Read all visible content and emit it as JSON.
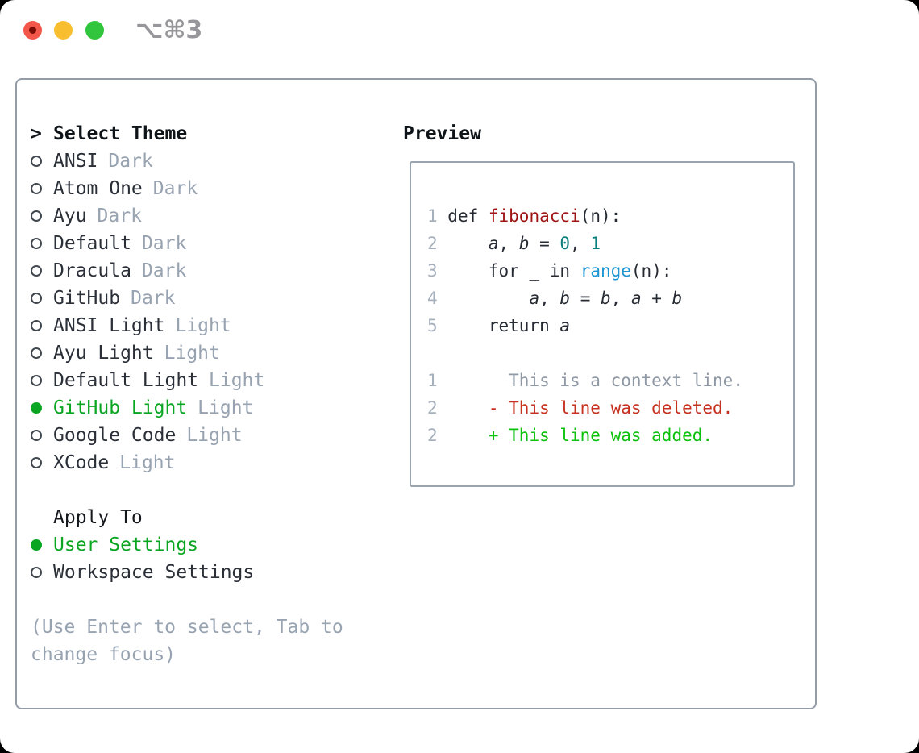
{
  "window": {
    "shortcut_label": "⌥⌘3",
    "traffic_lights": [
      "close",
      "minimize",
      "maximize"
    ]
  },
  "theme_panel": {
    "header": {
      "prompt": ">",
      "label": "Select Theme"
    },
    "themes": [
      {
        "name": "ANSI",
        "variant": "Dark",
        "selected": false
      },
      {
        "name": "Atom One",
        "variant": "Dark",
        "selected": false
      },
      {
        "name": "Ayu",
        "variant": "Dark",
        "selected": false
      },
      {
        "name": "Default",
        "variant": "Dark",
        "selected": false
      },
      {
        "name": "Dracula",
        "variant": "Dark",
        "selected": false
      },
      {
        "name": "GitHub",
        "variant": "Dark",
        "selected": false
      },
      {
        "name": "ANSI Light",
        "variant": "Light",
        "selected": false
      },
      {
        "name": "Ayu Light",
        "variant": "Light",
        "selected": false
      },
      {
        "name": "Default Light",
        "variant": "Light",
        "selected": false
      },
      {
        "name": "GitHub Light",
        "variant": "Light",
        "selected": true
      },
      {
        "name": "Google Code",
        "variant": "Light",
        "selected": false
      },
      {
        "name": "XCode",
        "variant": "Light",
        "selected": false
      }
    ],
    "apply_to": {
      "label": "Apply To",
      "options": [
        {
          "name": "User Settings",
          "selected": true
        },
        {
          "name": "Workspace Settings",
          "selected": false
        }
      ]
    },
    "hint": "(Use Enter to select, Tab to change focus)"
  },
  "preview": {
    "label": "Preview",
    "code_lines": [
      [
        {
          "t": "1 ",
          "c": "gutter"
        },
        {
          "t": "def ",
          "c": "kw"
        },
        {
          "t": "fibonacci",
          "c": "fn"
        },
        {
          "t": "(n):",
          "c": "plain"
        }
      ],
      [
        {
          "t": "2 ",
          "c": "gutter"
        },
        {
          "t": "    ",
          "c": "plain"
        },
        {
          "t": "a",
          "c": "var"
        },
        {
          "t": ", ",
          "c": "plain"
        },
        {
          "t": "b",
          "c": "var"
        },
        {
          "t": " = ",
          "c": "plain"
        },
        {
          "t": "0",
          "c": "num"
        },
        {
          "t": ", ",
          "c": "plain"
        },
        {
          "t": "1",
          "c": "num"
        }
      ],
      [
        {
          "t": "3 ",
          "c": "gutter"
        },
        {
          "t": "    ",
          "c": "plain"
        },
        {
          "t": "for ",
          "c": "kw"
        },
        {
          "t": "_ ",
          "c": "plain"
        },
        {
          "t": "in ",
          "c": "kw"
        },
        {
          "t": "range",
          "c": "builtin"
        },
        {
          "t": "(n):",
          "c": "plain"
        }
      ],
      [
        {
          "t": "4 ",
          "c": "gutter"
        },
        {
          "t": "        ",
          "c": "plain"
        },
        {
          "t": "a",
          "c": "var"
        },
        {
          "t": ", ",
          "c": "plain"
        },
        {
          "t": "b",
          "c": "var"
        },
        {
          "t": " = ",
          "c": "plain"
        },
        {
          "t": "b",
          "c": "var"
        },
        {
          "t": ", ",
          "c": "plain"
        },
        {
          "t": "a",
          "c": "var"
        },
        {
          "t": " + ",
          "c": "plain"
        },
        {
          "t": "b",
          "c": "var"
        }
      ],
      [
        {
          "t": "5 ",
          "c": "gutter"
        },
        {
          "t": "    ",
          "c": "plain"
        },
        {
          "t": "return ",
          "c": "kw"
        },
        {
          "t": "a",
          "c": "var"
        }
      ],
      [],
      [
        {
          "t": "1 ",
          "c": "gutter"
        },
        {
          "t": "      This is a context line.",
          "c": "ctx"
        }
      ],
      [
        {
          "t": "2 ",
          "c": "gutter"
        },
        {
          "t": "    - This line was deleted.",
          "c": "del"
        }
      ],
      [
        {
          "t": "2 ",
          "c": "gutter"
        },
        {
          "t": "    + This line was added.",
          "c": "add"
        }
      ]
    ]
  },
  "colors": {
    "selection_green": "#0aa622",
    "added_green": "#0cc10c",
    "deleted_red": "#c6301e",
    "function_red": "#9e1313",
    "builtin_blue": "#1d95d1",
    "number_teal": "#0a7d7d",
    "muted_gray": "#98a3b1",
    "text_dark": "#262b33",
    "border_gray": "#939da7",
    "traffic_red": "#f2574a",
    "traffic_yellow": "#f9bd30",
    "traffic_green": "#30c53c"
  }
}
